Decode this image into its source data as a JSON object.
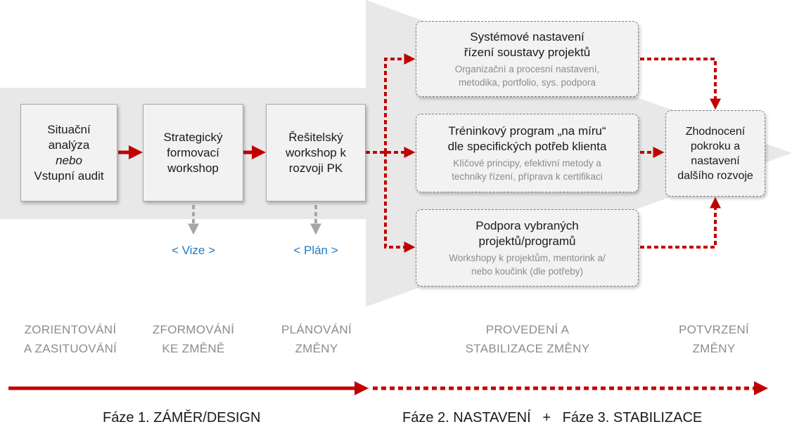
{
  "boxes": {
    "situational": [
      "Situační",
      "analýza",
      "nebo",
      "Vstupní audit"
    ],
    "strategic": [
      "Strategický",
      "formovací",
      "workshop"
    ],
    "solver": [
      "Řešitelský",
      "workshop k",
      "rozvoji PK"
    ],
    "system": {
      "title": [
        "Systémové nastavení",
        "řízení soustavy projektů"
      ],
      "sub": [
        "Organizační a procesní nastavení,",
        "metodika, portfolio, sys. podpora"
      ]
    },
    "training": {
      "title": [
        "Tréninkový program „na míru“",
        "dle specifických potřeb klienta"
      ],
      "sub": [
        "Klíčové principy, efektivní metody a",
        "techniky řízení, příprava k certifikaci"
      ]
    },
    "support": {
      "title": [
        "Podpora vybraných",
        "projektů/programů"
      ],
      "sub": [
        "Workshopy k projektům, mentorink a/",
        "nebo koučink (dle potřeby)"
      ]
    },
    "evaluation": [
      "Zhodnocení",
      "pokroku a",
      "nastavení",
      "dalšího rozvoje"
    ]
  },
  "outcomes": {
    "vision": "< Vize >",
    "plan": "< Plán >"
  },
  "phases": [
    [
      "ZORIENTOVÁNÍ",
      "A ZASITUOVÁNÍ"
    ],
    [
      "ZFORMOVÁNÍ",
      "KE ZMĚNĚ"
    ],
    [
      "PLÁNOVÁNÍ",
      "ZMĚNY"
    ],
    [
      "PROVEDENÍ A",
      "STABILIZACE ZMĚNY"
    ],
    [
      "POTVRZENÍ",
      "ZMĚNY"
    ]
  ],
  "footer": {
    "phase1": "Fáze 1. ZÁMĚR/DESIGN",
    "phase23": "Fáze 2. NASTAVENÍ   +   Fáze 3. STABILIZACE"
  },
  "colors": {
    "arrow_red": "#c00000",
    "outcome_blue": "#1f7ac4",
    "background_shape": "#e8e8e8",
    "phase_text": "#8c8c8c"
  }
}
